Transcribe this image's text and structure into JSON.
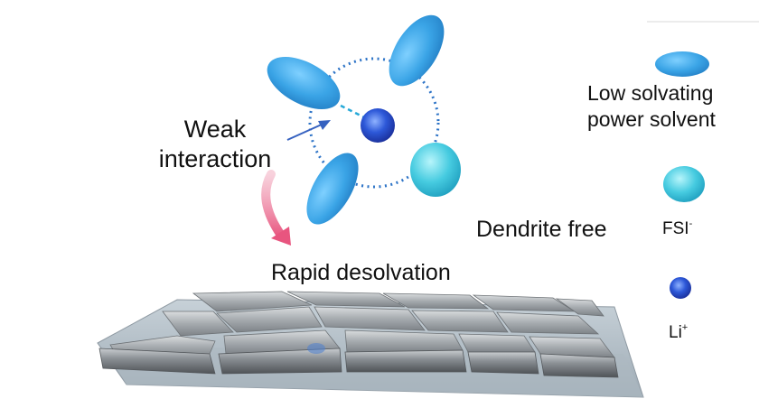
{
  "labels": {
    "weak_interaction_line1": "Weak",
    "weak_interaction_line2": "interaction",
    "rapid_desolvation": "Rapid desolvation",
    "dendrite_free": "Dendrite free"
  },
  "legend": {
    "solvent_line1": "Low solvating",
    "solvent_line2": "power solvent",
    "fsi": "FSI",
    "fsi_charge": "-",
    "li": "Li",
    "li_charge": "+"
  },
  "colors": {
    "solvent": "#3aa4e6",
    "fsi": "#3fc6dd",
    "li": "#2d58d8",
    "dotted_ring": "#2e74c7",
    "arrow_pink": "#ec7a98",
    "metal": "#9a9ea3",
    "substrate": "#b7c3cc"
  }
}
